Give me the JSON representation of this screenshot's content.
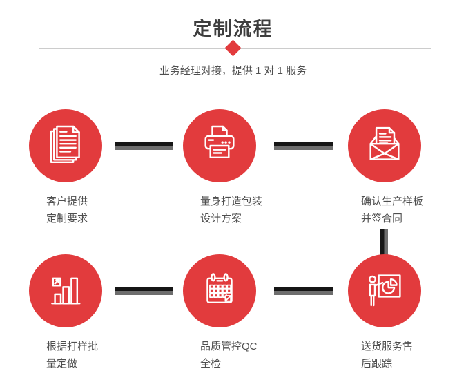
{
  "header": {
    "title": "定制流程",
    "subtitle": "业务经理对接，提供 1 对 1 服务"
  },
  "steps": [
    {
      "icon": "documents-icon",
      "label_line1": "客户提供",
      "label_line2": "定制要求"
    },
    {
      "icon": "printer-icon",
      "label_line1": "量身打造包装",
      "label_line2": "设计方案"
    },
    {
      "icon": "envelope-icon",
      "label_line1": "确认生产样板",
      "label_line2": "并签合同"
    },
    {
      "icon": "bar-chart-icon",
      "label_line1": "根据打样批",
      "label_line2": "量定做"
    },
    {
      "icon": "calendar-icon",
      "label_line1": "品质管控QC",
      "label_line2": "全检"
    },
    {
      "icon": "presentation-icon",
      "label_line1": "送货服务售",
      "label_line2": "后跟踪"
    }
  ],
  "colors": {
    "accent": "#e23b3d",
    "title-text": "#3e3e3e",
    "body-text": "#4f4f4f",
    "divider": "#cccccc",
    "connector-dark": "#161616",
    "connector-gray": "#6e6e6e",
    "icon-stroke": "#ffffff",
    "background": "#ffffff"
  }
}
